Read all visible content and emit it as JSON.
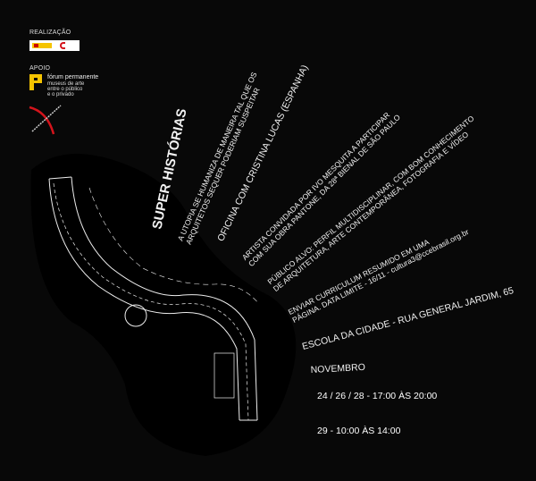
{
  "sponsors": {
    "realizacao_label": "REALIZAÇÃO",
    "apoio_label": "APOIO",
    "forum_title": "fórum permanente",
    "forum_lines": [
      "museus de arte",
      "entre o público",
      "e o privado"
    ]
  },
  "poster": {
    "title": "SUPER HISTÓRIAS",
    "tagline": [
      "A UTOPIA SE HUMANIZA DE MANEIRA TAL QUE OS",
      "ARQUITETOS SEQUER PODERIAM SUSPEITAR"
    ],
    "workshop": "OFICINA COM CRISTINA LUCAS (ESPANHA)",
    "artist": [
      "ARTISTA CONVIDADA POR IVO MESQUITA A PARTICIPAR",
      "COM SUA OBRA PANTONE, DA 28ª BIENAL DE SÃO PAULO"
    ],
    "audience": [
      "PÚBLICO ALVO: PERFIL MULTIDISCIPLINAR, COM BOM CONHECIMENTO",
      "DE ARQUITETURA, ARTE CONTEMPORÂNEA, FOTOGRAFIA E VÍDEO"
    ],
    "submit": [
      "ENVIAR CURRICULUM RESUMIDO EM UMA",
      "PÁGINA. DATA LIMITE - 16/11 - cultura3@ccebrasil.org.br"
    ],
    "venue": "ESCOLA DA CIDADE - RUA GENERAL JARDIM, 65",
    "month": "NOVEMBRO",
    "dates1": "24 / 26 / 28 - 17:00 ÀS 20:00",
    "dates2": "29 - 10:00 ÀS 14:00"
  },
  "colors": {
    "accent_red": "#d4141c",
    "accent_yellow": "#f5c400"
  }
}
